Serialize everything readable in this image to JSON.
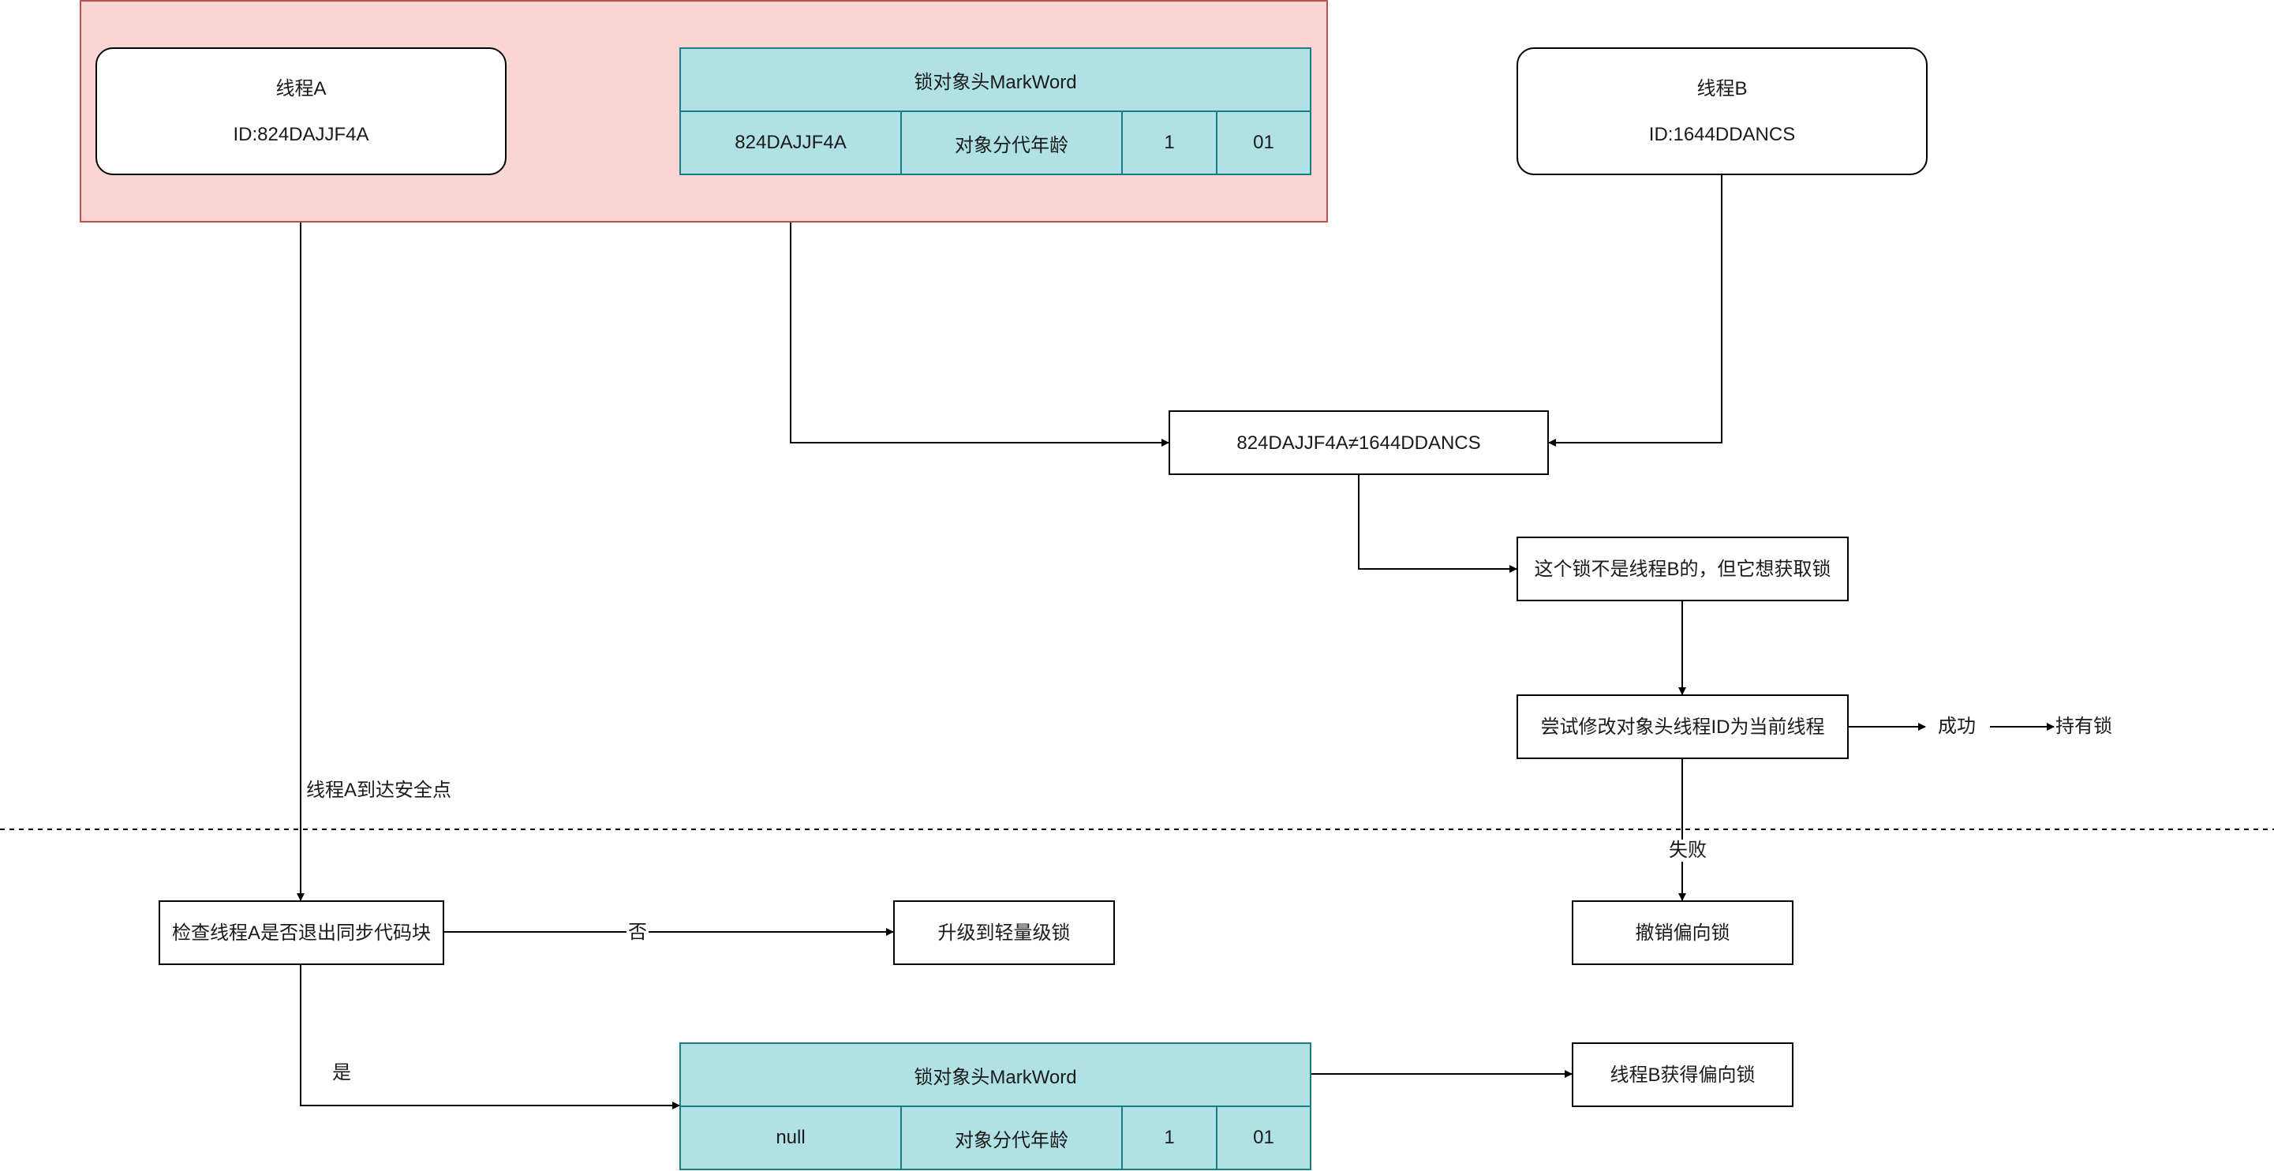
{
  "thread_a": {
    "name": "线程A",
    "id": "ID:824DAJJF4A"
  },
  "thread_b": {
    "name": "线程B",
    "id": "ID:1644DDANCS"
  },
  "markword_top": {
    "title": "锁对象头MarkWord",
    "cells": [
      "824DAJJF4A",
      "对象分代年龄",
      "1",
      "01"
    ]
  },
  "markword_bottom": {
    "title": "锁对象头MarkWord",
    "cells": [
      "null",
      "对象分代年龄",
      "1",
      "01"
    ]
  },
  "nodes": {
    "compare": "824DAJJF4A≠1644DDANCS",
    "not_own": "这个锁不是线程B的，但它想获取锁",
    "try_modify": "尝试修改对象头线程ID为当前线程",
    "success": "成功",
    "hold_lock": "持有锁",
    "revoke": "撤销偏向锁",
    "check_exit": "检查线程A是否退出同步代码块",
    "upgrade": "升级到轻量级锁",
    "b_gets_bias": "线程B获得偏向锁"
  },
  "edge_labels": {
    "safepoint": "线程A到达安全点",
    "fail": "失败",
    "no": "否",
    "yes": "是"
  },
  "colors": {
    "region_fill": "#f9d6d3",
    "region_border": "#b85450",
    "table_fill": "#b0e2e5",
    "table_border": "#1b7c85"
  }
}
